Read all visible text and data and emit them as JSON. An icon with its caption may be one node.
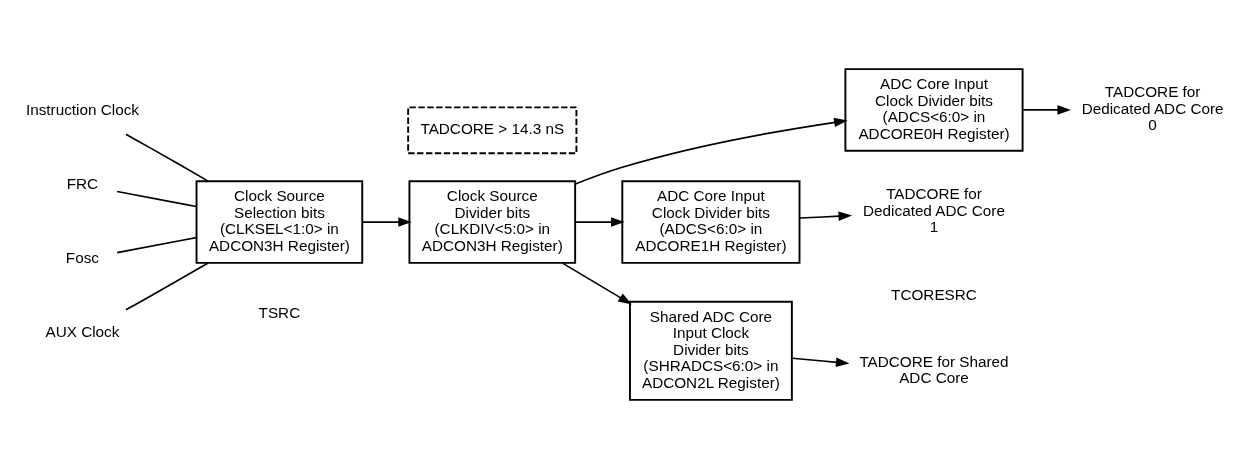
{
  "diagram": {
    "nodes": [
      {
        "text": [
          "Instruction Clock"
        ]
      },
      {
        "text": [
          "FRC"
        ]
      },
      {
        "text": [
          "Fosc"
        ]
      },
      {
        "text": [
          "AUX Clock"
        ]
      },
      {
        "text": [
          "Clock Source Selection bits (CLKSEL<1:0> in ADCON3H Register)"
        ]
      },
      {
        "text": [
          "Clock Source Divider bits (CLKDIV<5:0> in ADCON3H Register)"
        ]
      },
      {
        "text": [
          "ADC Core Input Clock Divider bits (ADCS<6:0> in ADCORE0H Register)"
        ]
      },
      {
        "text": [
          "ADC Core Input Clock Divider bits (ADCS<6:0> in ADCORE1H Register)"
        ]
      },
      {
        "text": [
          "Shared ADC Core Input Clock Divider bits (SHRADCS<6:0> in ADCON2L Register)"
        ]
      },
      {
        "text": [
          "TADCORE for Dedicated ADC Core 0"
        ]
      },
      {
        "text": [
          "TADCORE for Dedicated ADC Core 1"
        ]
      },
      {
        "text": [
          "TADCORE for Shared ADC Core"
        ]
      },
      {
        "text": [
          "TADCORE > 14.3 nS"
        ]
      }
    ],
    "edges": [
      {
        "from": 0,
        "to": 4,
        "arrow": "none"
      },
      {
        "from": 1,
        "to": 4,
        "arrow": "none"
      },
      {
        "from": 2,
        "to": 4,
        "arrow": "none"
      },
      {
        "from": 3,
        "to": 4,
        "arrow": "none"
      },
      {
        "from": 4,
        "to": 5,
        "arrow": "to"
      },
      {
        "from": 5,
        "to": 6,
        "arrow": "to"
      },
      {
        "from": 5,
        "to": 7,
        "arrow": "to"
      },
      {
        "from": 5,
        "to": 8,
        "arrow": "to"
      },
      {
        "from": 6,
        "to": 9,
        "arrow": "to"
      },
      {
        "from": 7,
        "to": 10,
        "arrow": "to"
      },
      {
        "from": 8,
        "to": 11,
        "arrow": "to"
      }
    ],
    "labels": [
      "TSRC",
      "TCORESRC"
    ]
  }
}
